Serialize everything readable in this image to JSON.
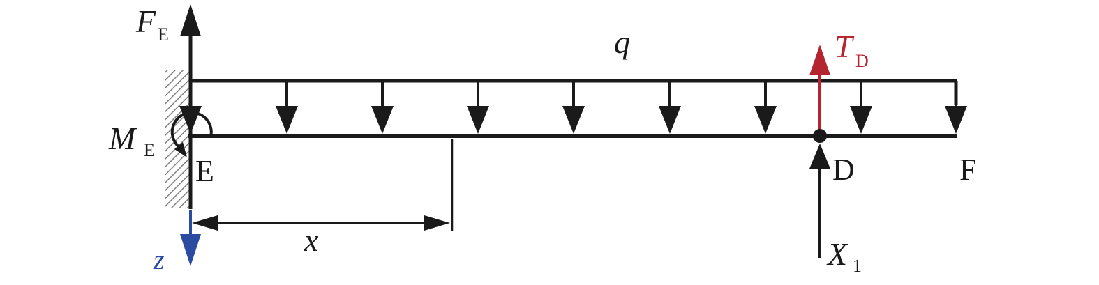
{
  "labels": {
    "force_E": {
      "main": "F",
      "sub": "E"
    },
    "moment_E": {
      "main": "M",
      "sub": "E"
    },
    "point_E": "E",
    "load_q": "q",
    "tension_D": {
      "main": "T",
      "sub": "D"
    },
    "point_D": "D",
    "point_F": "F",
    "unknown_X1": {
      "main": "X",
      "sub": "1"
    },
    "distance_x": "x",
    "axis_z": "z"
  },
  "colors": {
    "ink": "#1a1a1a",
    "tension": "#b5252f",
    "axis": "#2a4ba0",
    "hatch": "#555555"
  },
  "icons": {
    "support": "fixed-wall-hatch",
    "hinge": "filled-circle"
  }
}
